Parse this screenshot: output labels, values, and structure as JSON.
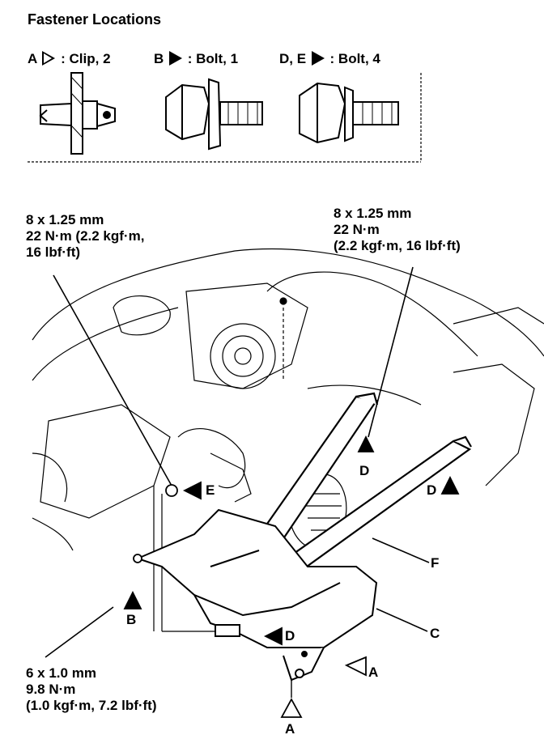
{
  "header": {
    "title": "Fastener Locations"
  },
  "legend": [
    {
      "key": "A",
      "symbol": "open-triangle",
      "desc": ": Clip, 2"
    },
    {
      "key": "B",
      "symbol": "filled-triangle",
      "desc": ": Bolt, 1"
    },
    {
      "key": "D, E",
      "symbol": "filled-triangle",
      "desc": ": Bolt, 4"
    }
  ],
  "specs": {
    "e_bolt": [
      "8 x 1.25 mm",
      "22 N·m (2.2 kgf·m,",
      "16 lbf·ft)"
    ],
    "d_bolt": [
      "8 x 1.25 mm",
      "22 N·m",
      "(2.2 kgf·m, 16 lbf·ft)"
    ],
    "b_bolt": [
      "6 x 1.0 mm",
      "9.8 N·m",
      "(1.0 kgf·m, 7.2 lbf·ft)"
    ]
  },
  "labels": {
    "e": "E",
    "d_center": "D",
    "d_right": "D",
    "d_bottom": "D",
    "f": "F",
    "c": "C",
    "b": "B",
    "a_right": "A",
    "a_bottom": "A"
  }
}
